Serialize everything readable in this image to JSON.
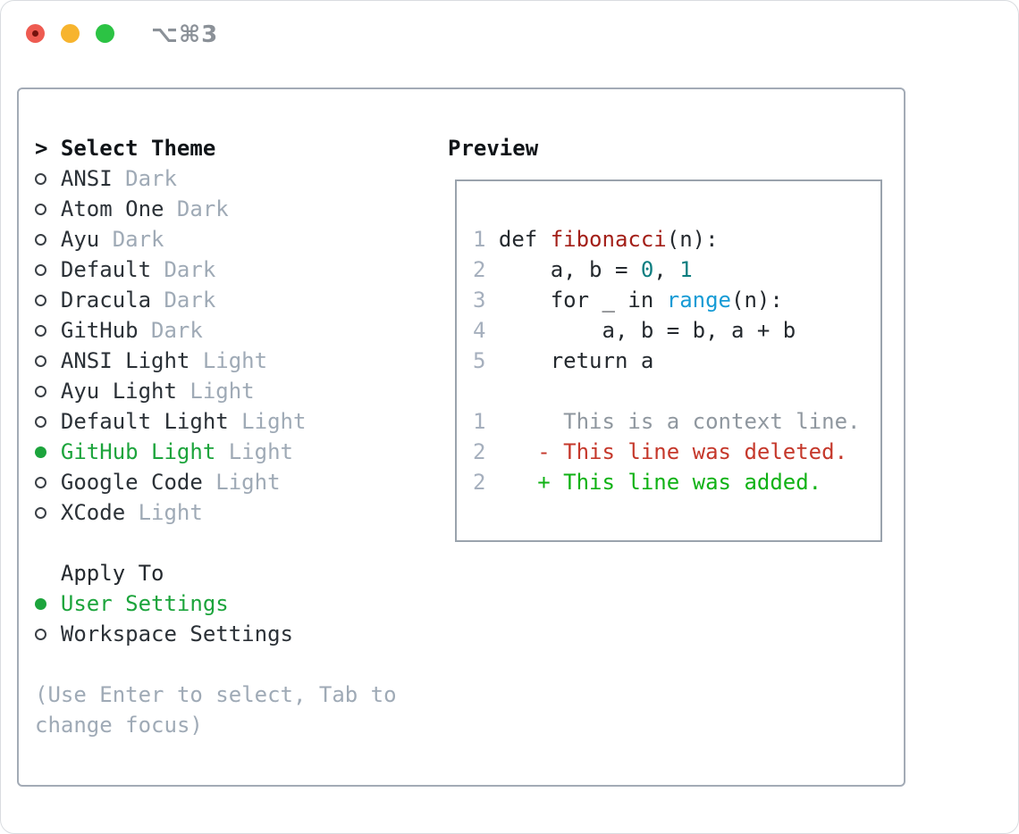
{
  "window": {
    "title": "⌥⌘3"
  },
  "colors": {
    "selected_green": "#1ca43c",
    "added_green": "#10b215",
    "deleted_red": "#c5382b",
    "function_red": "#a31f18",
    "number_teal": "#0d7e80",
    "builtin_blue": "#169bd5",
    "muted_gray": "#9faab6",
    "line_number_gray": "#a5afbd",
    "context_gray": "#8f979f",
    "text_dark": "#24292e",
    "panel_border": "#a3abb6",
    "traffic_red": "#ee5b51",
    "traffic_yellow": "#f7b42e",
    "traffic_green": "#2cc344"
  },
  "theme_picker": {
    "heading_marker": ">",
    "heading": "Select Theme",
    "themes": [
      {
        "name": "ANSI",
        "variant": "Dark",
        "selected": false
      },
      {
        "name": "Atom One",
        "variant": "Dark",
        "selected": false
      },
      {
        "name": "Ayu",
        "variant": "Dark",
        "selected": false
      },
      {
        "name": "Default",
        "variant": "Dark",
        "selected": false
      },
      {
        "name": "Dracula",
        "variant": "Dark",
        "selected": false
      },
      {
        "name": "GitHub",
        "variant": "Dark",
        "selected": false
      },
      {
        "name": "ANSI Light",
        "variant": "Light",
        "selected": false
      },
      {
        "name": "Ayu Light",
        "variant": "Light",
        "selected": false
      },
      {
        "name": "Default Light",
        "variant": "Light",
        "selected": false
      },
      {
        "name": "GitHub Light",
        "variant": "Light",
        "selected": true
      },
      {
        "name": "Google Code",
        "variant": "Light",
        "selected": false
      },
      {
        "name": "XCode",
        "variant": "Light",
        "selected": false
      }
    ],
    "apply_heading": "Apply To",
    "apply_options": [
      {
        "name": "User Settings",
        "selected": true
      },
      {
        "name": "Workspace Settings",
        "selected": false
      }
    ],
    "hint_line1": "(Use Enter to select, Tab to",
    "hint_line2": "change focus)"
  },
  "preview": {
    "heading": "Preview",
    "lines": [
      [
        {
          "t": "1"
        },
        {
          "t": " def "
        },
        {
          "t": "fibonacci"
        },
        {
          "t": "(n):"
        }
      ],
      [
        {
          "t": "2"
        },
        {
          "t": "     a, b = "
        },
        {
          "t": "0"
        },
        {
          "t": ", "
        },
        {
          "t": "1"
        }
      ],
      [
        {
          "t": "3"
        },
        {
          "t": "     for _ in "
        },
        {
          "t": "range"
        },
        {
          "t": "(n):"
        }
      ],
      [
        {
          "t": "4"
        },
        {
          "t": "         a, b = b, a + b"
        }
      ],
      [
        {
          "t": "5"
        },
        {
          "t": "     return a"
        }
      ],
      [
        {
          "t": "1"
        },
        {
          "t": "      This is a context line."
        }
      ],
      [
        {
          "t": "2"
        },
        {
          "t": "    - This line was deleted."
        }
      ],
      [
        {
          "t": "2"
        },
        {
          "t": "    + This line was added."
        }
      ]
    ]
  }
}
